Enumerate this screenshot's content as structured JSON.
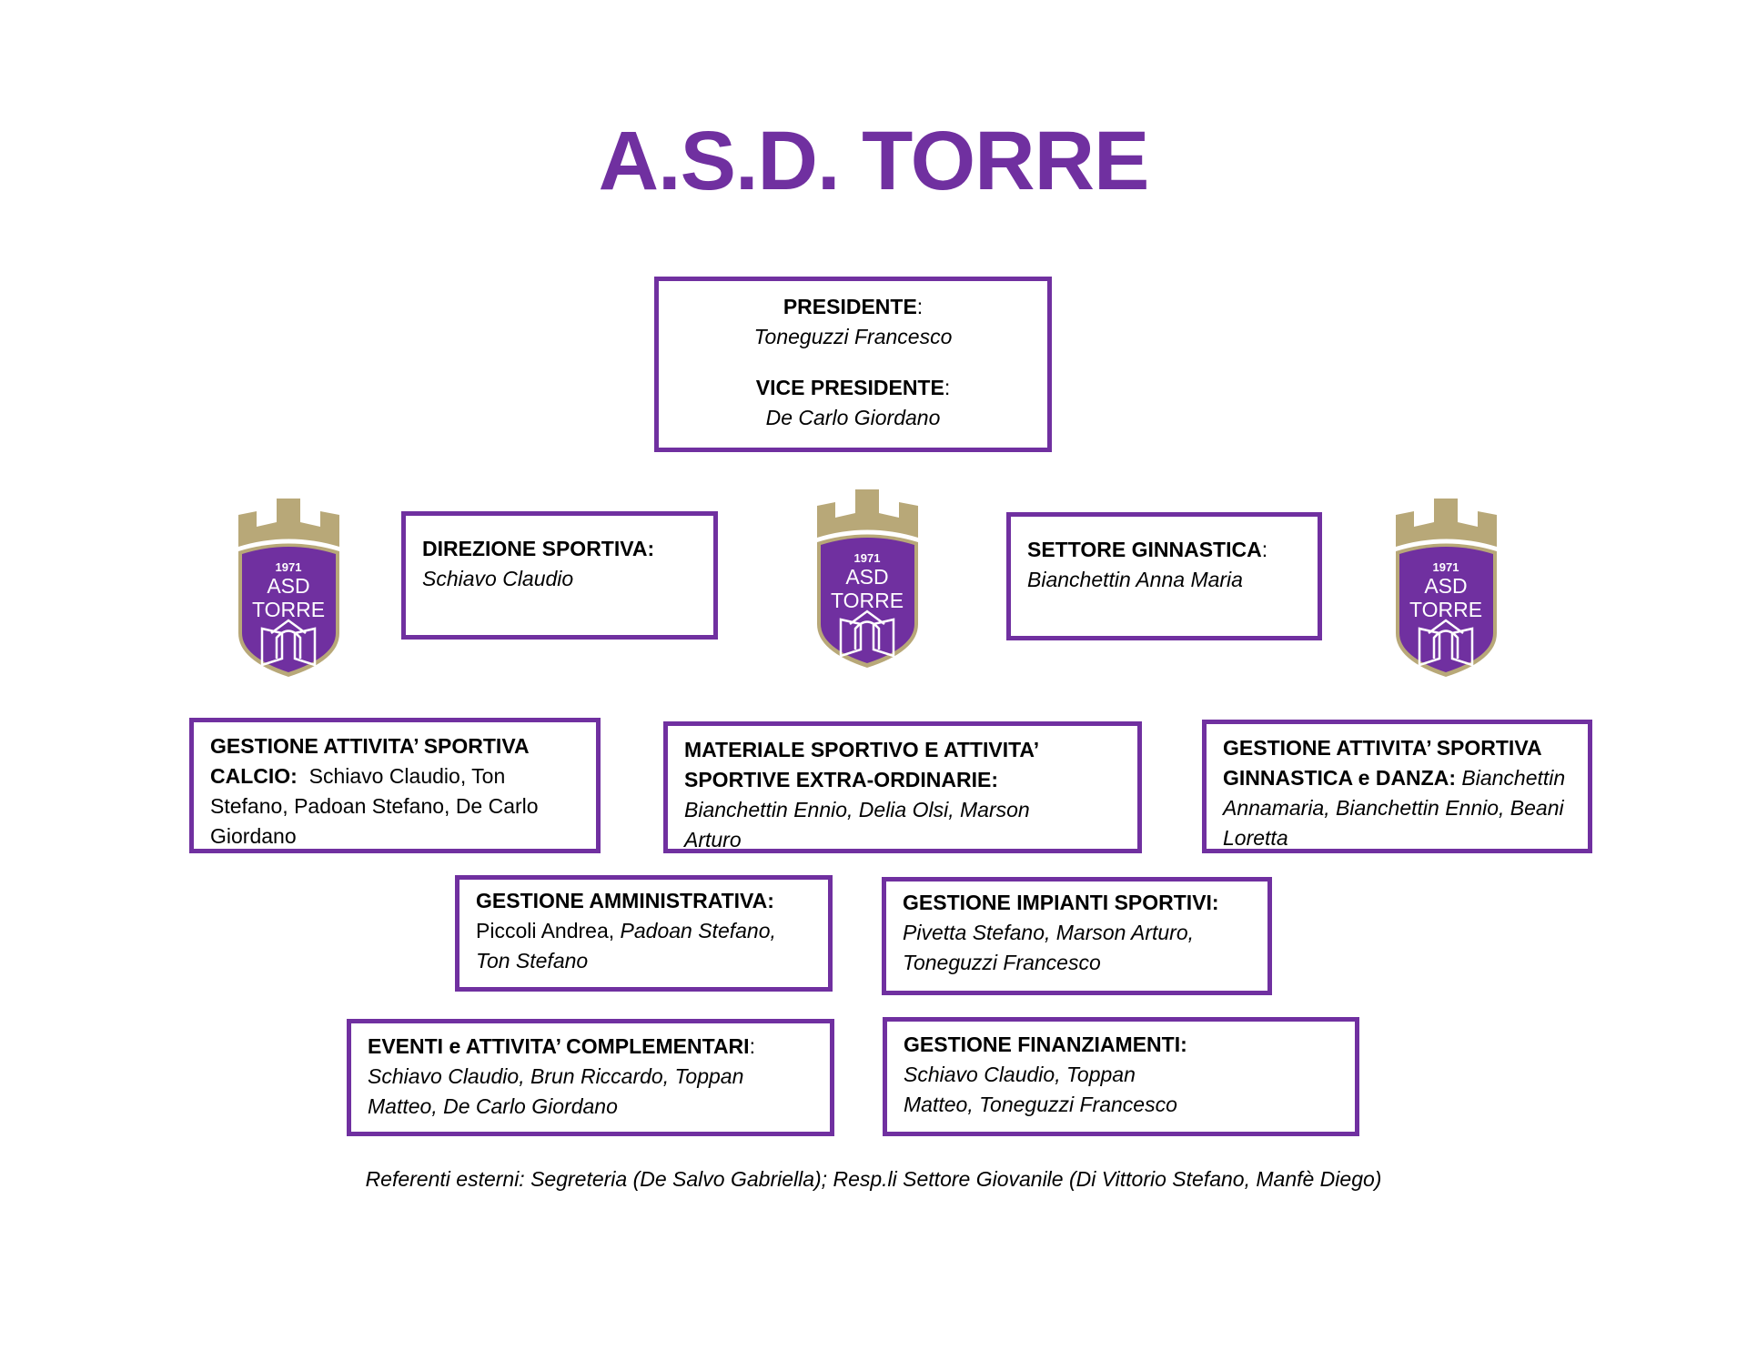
{
  "title": "A.S.D. TORRE",
  "colors": {
    "accent": "#7030a0",
    "gold": "#b8a878"
  },
  "logo": {
    "year": "1971",
    "line1": "ASD",
    "line2": "TORRE"
  },
  "president_box": {
    "president_label": "PRESIDENTE",
    "president_colon": ":",
    "president_name": "Toneguzzi Francesco",
    "vice_label": "VICE PRESIDENTE",
    "vice_colon": ":",
    "vice_name": "De Carlo Giordano"
  },
  "direzione": {
    "label": "DIREZIONE SPORTIVA:",
    "names": "Schiavo Claudio"
  },
  "settore": {
    "label": "SETTORE GINNASTICA",
    "colon": ":",
    "names": "Bianchettin Anna Maria"
  },
  "calcio": {
    "label": "GESTIONE ATTIVITA’ SPORTIVA CALCIO:",
    "names": "Schiavo Claudio, Ton Stefano, Padoan Stefano, De Carlo Giordano"
  },
  "materiale": {
    "label": "MATERIALE SPORTIVO E ATTIVITA’ SPORTIVE EXTRA-ORDINARIE:",
    "names": "Bianchettin Ennio, Delia Olsi, Marson Arturo"
  },
  "ginnastica": {
    "label": "GESTIONE ATTIVITA’ SPORTIVA GINNASTICA e DANZA:",
    "names": "Bianchettin Annamaria, Bianchettin Ennio, Beani Loretta"
  },
  "amministrativa": {
    "label": "GESTIONE AMMINISTRATIVA:",
    "name_plain": "Piccoli Andrea,",
    "names_italic": "Padoan Stefano, Ton Stefano"
  },
  "impianti": {
    "label": "GESTIONE IMPIANTI SPORTIVI:",
    "names": "Pivetta Stefano, Marson Arturo, Toneguzzi Francesco"
  },
  "eventi": {
    "label": "EVENTI e ATTIVITA’ COMPLEMENTARI",
    "colon": ":",
    "names": "Schiavo Claudio, Brun Riccardo, Toppan Matteo, De Carlo Giordano"
  },
  "finanziamenti": {
    "label": "GESTIONE FINANZIAMENTI:",
    "names": "Schiavo Claudio, Toppan Matteo, Toneguzzi Francesco"
  },
  "footer": "Referenti esterni: Segreteria (De Salvo Gabriella); Resp.li Settore Giovanile (Di Vittorio Stefano, Manfè Diego)"
}
